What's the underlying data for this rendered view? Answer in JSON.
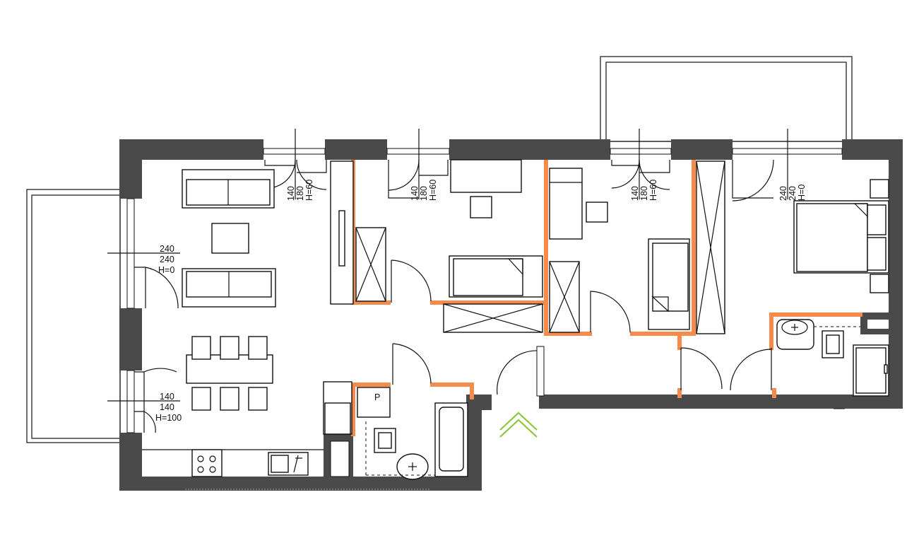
{
  "plan": {
    "window_labels": [
      {
        "id": "living-window-left",
        "lines": [
          "240",
          "240",
          "H=0"
        ]
      },
      {
        "id": "living-window-lower-left",
        "lines": [
          "140",
          "140",
          "H=100"
        ]
      },
      {
        "id": "top-window-1",
        "lines": [
          "140",
          "180",
          "H=60"
        ]
      },
      {
        "id": "top-window-2",
        "lines": [
          "140",
          "180",
          "H=60"
        ]
      },
      {
        "id": "top-window-3",
        "lines": [
          "140",
          "180",
          "H=60"
        ]
      },
      {
        "id": "top-window-4",
        "lines": [
          "240",
          "240",
          "H=0"
        ]
      }
    ],
    "fixture_labels": {
      "boiler": "P"
    },
    "colors": {
      "structural_wall": "#4a4a4a",
      "partition_wall": "#f58a4b",
      "entrance_marker": "#8cc63f",
      "lines": "#111111"
    },
    "icons": [
      "entrance-chevron-icon"
    ]
  }
}
